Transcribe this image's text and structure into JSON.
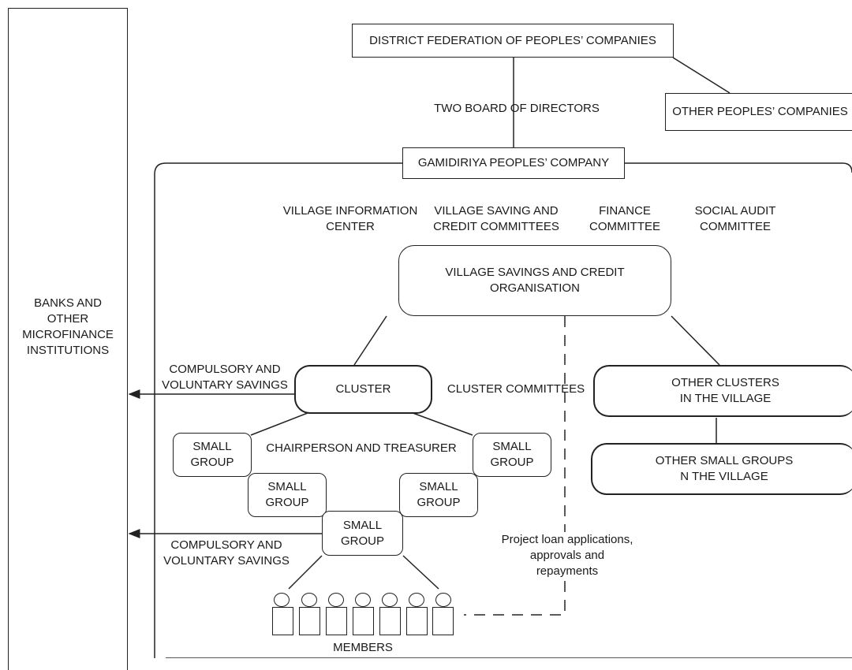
{
  "banks": "BANKS AND\nOTHER\nMICROFINANCE\nINSTITUTIONS",
  "district_federation": "DISTRICT FEDERATION OF PEOPLES’ COMPANIES",
  "two_board": "TWO BOARD OF DIRECTORS",
  "other_companies": "OTHER PEOPLES’ COMPANIES",
  "gamidiriya": "GAMIDIRIYA PEOPLES’ COMPANY",
  "committees": {
    "village_info": "VILLAGE INFORMATION\nCENTER",
    "village_saving": "VILLAGE SAVING AND\nCREDIT COMMITTEES",
    "finance": "FINANCE\nCOMMITTEE",
    "social_audit": "SOCIAL AUDIT\nCOMMITTEE"
  },
  "vsco": "VILLAGE SAVINGS AND CREDIT\nORGANISATION",
  "cluster": "CLUSTER",
  "cluster_committees": "CLUSTER COMMITTEES",
  "other_clusters": "OTHER CLUSTERS\nIN THE VILLAGE",
  "other_small_groups": "OTHER SMALL GROUPS\nN THE VILLAGE",
  "savings_top": "COMPULSORY  AND\nVOLUNTARY SAVINGS",
  "savings_bottom": "COMPULSORY  AND\nVOLUNTARY SAVINGS",
  "chairperson": "CHAIRPERSON AND TREASURER",
  "small_group": "SMALL\nGROUP",
  "project_loan": "Project loan applications,\napprovals and\nrepayments",
  "members": "MEMBERS"
}
